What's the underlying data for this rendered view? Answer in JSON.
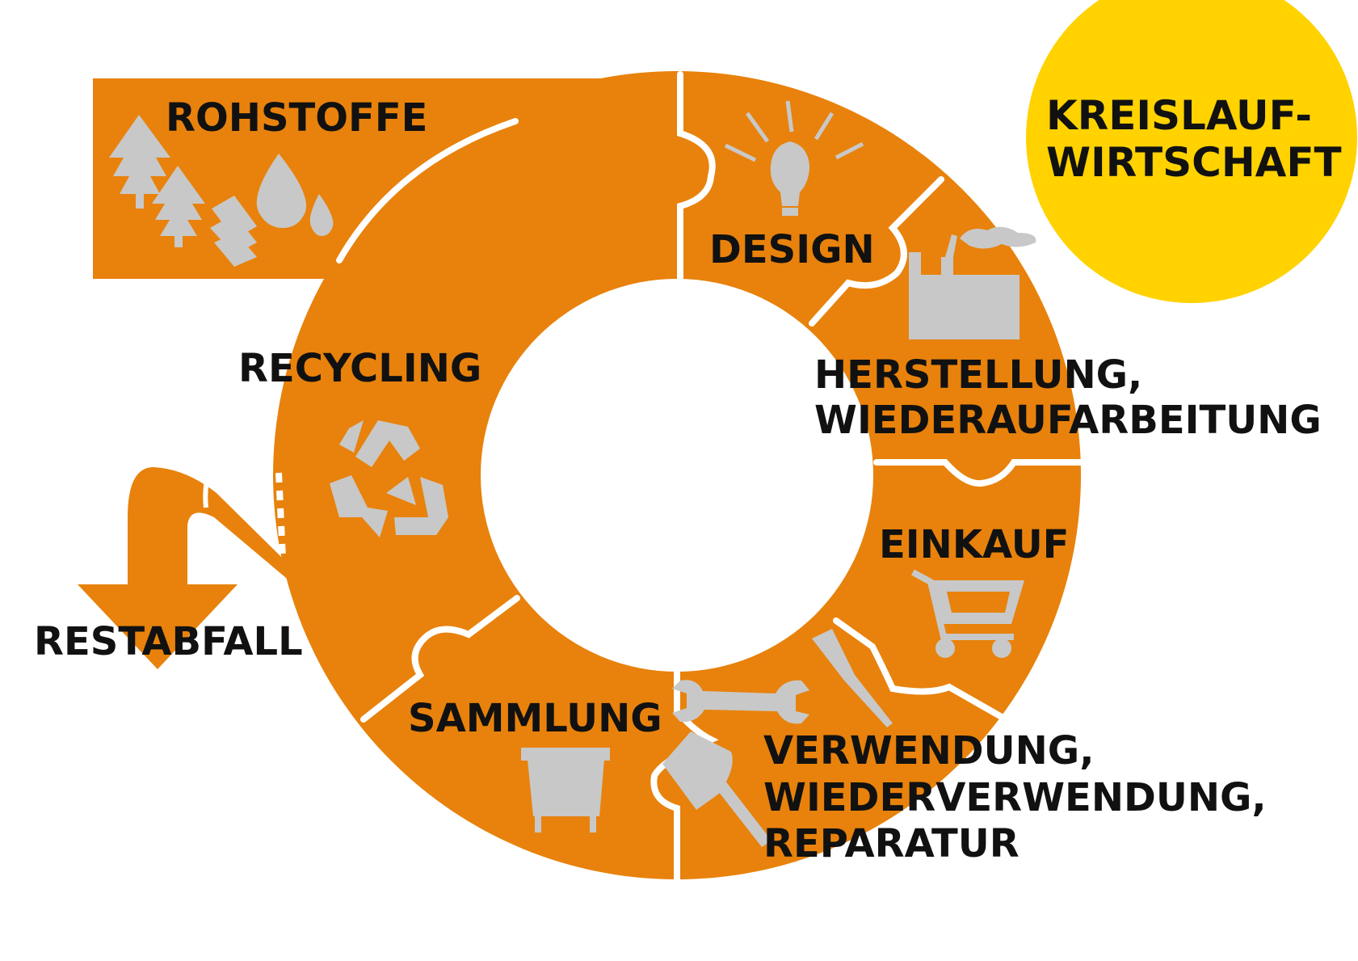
{
  "title_badge": {
    "lines": [
      "KREISLAUF-",
      "WIRTSCHAFT"
    ],
    "color": "#FFD200"
  },
  "colors": {
    "ring": "#E8820C",
    "icon": "#C8C8C8",
    "text": "#111111",
    "separator": "#FFFFFF"
  },
  "stages": {
    "rohstoffe": {
      "label": "ROHSTOFFE",
      "icons": [
        "tree-icon",
        "drop-icon",
        "wood-planks-icon"
      ]
    },
    "design": {
      "label": "DESIGN",
      "icons": [
        "light-bulb-icon"
      ]
    },
    "herstellung": {
      "lines": [
        "HERSTELLUNG,",
        "WIEDERAUFARBEITUNG"
      ],
      "icons": [
        "factory-icon"
      ]
    },
    "einkauf": {
      "label": "EINKAUF",
      "icons": [
        "shopping-cart-icon"
      ]
    },
    "verwendung": {
      "lines": [
        "VERWENDUNG,",
        "WIEDERVERWENDUNG,",
        "REPARATUR"
      ],
      "icons": [
        "wrench-icon",
        "screwdriver-icon",
        "hammer-icon"
      ]
    },
    "sammlung": {
      "label": "SAMMLUNG",
      "icons": [
        "waste-container-icon"
      ]
    },
    "recycling": {
      "label": "RECYCLING",
      "icons": [
        "recycling-icon"
      ]
    },
    "restabfall": {
      "label": "RESTABFALL",
      "icons": [
        "down-arrow-icon"
      ]
    }
  }
}
